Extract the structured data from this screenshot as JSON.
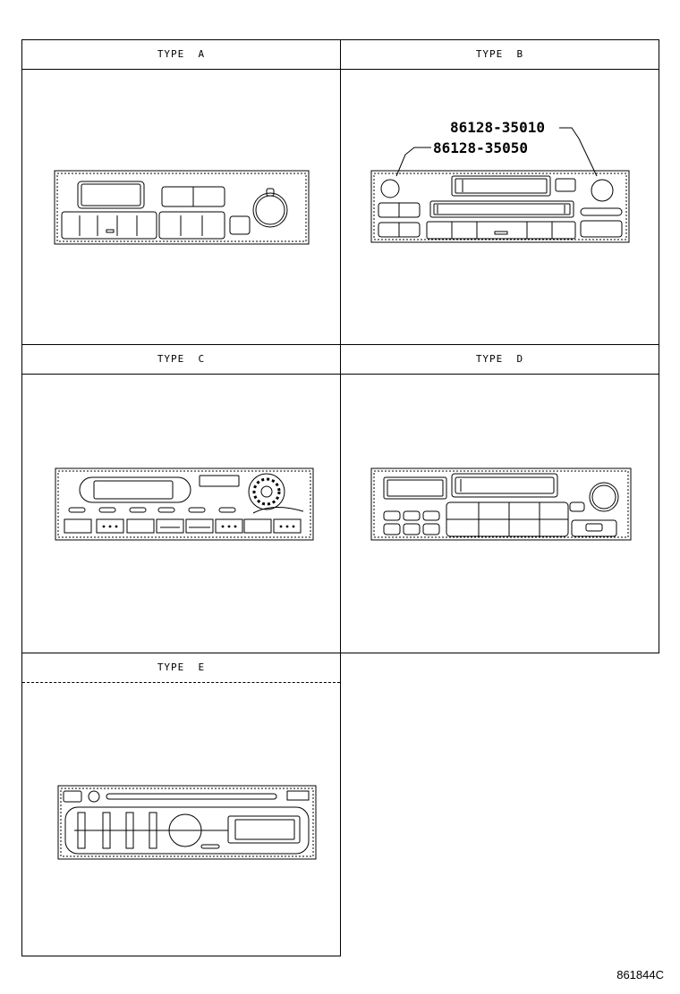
{
  "panels": {
    "a": {
      "label": "TYPE  A"
    },
    "b": {
      "label": "TYPE  B",
      "part_numbers": [
        "86128-35010",
        "86128-35050"
      ]
    },
    "c": {
      "label": "TYPE  C"
    },
    "d": {
      "label": "TYPE  D"
    },
    "e": {
      "label": "TYPE  E"
    }
  },
  "page_code": "861844C"
}
